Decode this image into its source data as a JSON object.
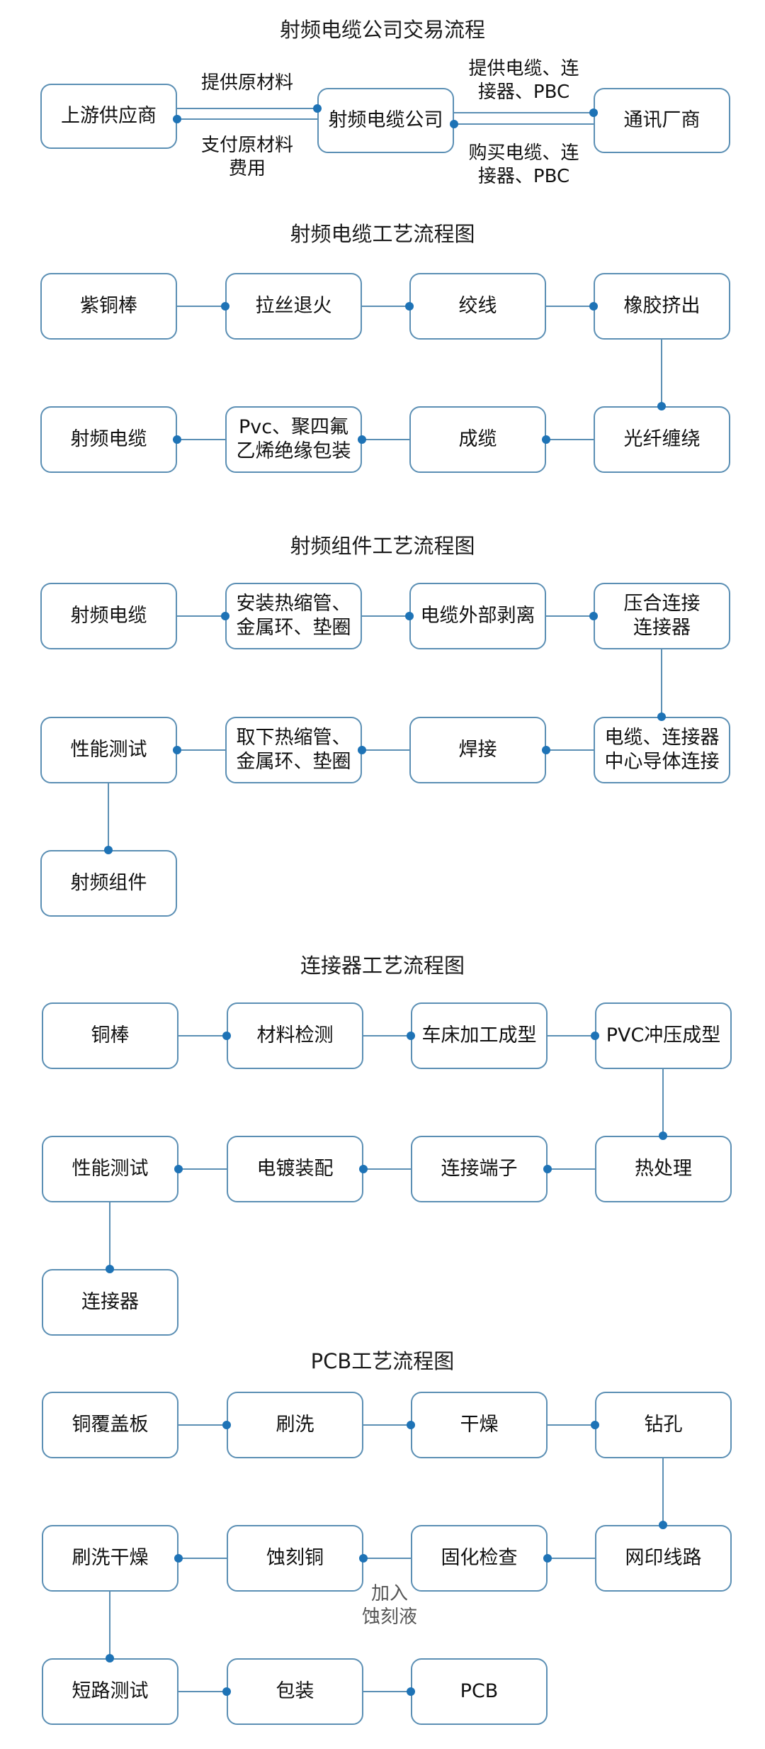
{
  "sections": {
    "trade": {
      "title": "射频电缆公司交易流程",
      "nodes": {
        "upstream": "上游供应商",
        "company": "射频电缆公司",
        "telecom": "通讯厂商"
      },
      "labels": {
        "provide_raw": "提供原材料",
        "pay_raw": "支付原材料\n费用",
        "provide_cable": "提供电缆、连\n接器、PBC",
        "buy_cable": "购买电缆、连\n接器、PBC"
      }
    },
    "cable": {
      "title": "射频电缆工艺流程图",
      "nodes": [
        "紫铜棒",
        "拉丝退火",
        "绞线",
        "橡胶挤出",
        "光纤缠绕",
        "成缆",
        "Pvc、聚四氟\n乙烯绝缘包装",
        "射频电缆"
      ]
    },
    "assembly": {
      "title": "射频组件工艺流程图",
      "nodes": [
        "射频电缆",
        "安装热缩管、\n金属环、垫圈",
        "电缆外部剥离",
        "压合连接\n连接器",
        "电缆、连接器\n中心导体连接",
        "焊接",
        "取下热缩管、\n金属环、垫圈",
        "性能测试",
        "射频组件"
      ]
    },
    "connector": {
      "title": "连接器工艺流程图",
      "nodes": [
        "铜棒",
        "材料检测",
        "车床加工成型",
        "PVC冲压成型",
        "热处理",
        "连接端子",
        "电镀装配",
        "性能测试",
        "连接器"
      ]
    },
    "pcb": {
      "title": "PCB工艺流程图",
      "nodes": [
        "铜覆盖板",
        "刷洗",
        "干燥",
        "钻孔",
        "网印线路",
        "固化检查",
        "蚀刻铜",
        "刷洗干燥",
        "短路测试",
        "包装",
        "PCB"
      ],
      "etch_label": "加入\n蚀刻液"
    }
  },
  "colors": {
    "border": "#5b8fb4",
    "dot": "#1e73b6",
    "text": "#111111"
  }
}
